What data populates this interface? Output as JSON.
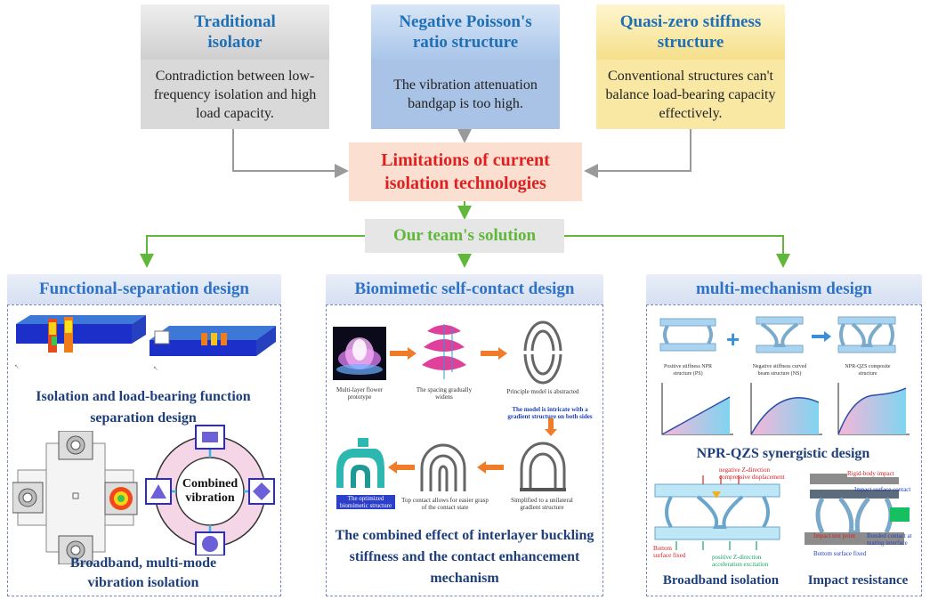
{
  "top": {
    "traditional": {
      "title": "Traditional isolator",
      "body": "Contradiction between low-frequency isolation and high load capacity."
    },
    "npr": {
      "title": "Negative Poisson's ratio structure",
      "body": "The vibration attenuation bandgap is too high."
    },
    "qzs": {
      "title": "Quasi-zero stiffness structure",
      "body": "Conventional structures can't balance load-bearing capacity effectively."
    }
  },
  "limitations": "Limitations of current isolation technologies",
  "solution": "Our team's solution",
  "panels": {
    "left": {
      "title": "Functional-separation design",
      "caption1": "Isolation and load-bearing function separation design",
      "combined": "Combined vibration",
      "caption2": "Broadband, multi-mode vibration isolation"
    },
    "middle": {
      "title": "Biomimetic self-contact design",
      "labels": {
        "flower": "Multi-layer flower prototype",
        "spacing": "The spacing gradually widens",
        "principle": "Principle model is abstracted",
        "gradient": "The model is intricate with a gradient structure on both sides",
        "unilateral": "Simplified to a unilateral gradient structure",
        "topcontact": "Top contact allows for easier grasp of the contact state",
        "optimized": "The optimized biomimetic structure"
      },
      "caption": "The combined effect of interlayer buckling stiffness and the contact enhancement mechanism"
    },
    "right": {
      "title": "multi-mechanism design",
      "plus": "+",
      "struct1": "Positive stiffness NPR structure (PS)",
      "struct2": "Negative stiffness curved beam structure (NS)",
      "struct3": "NPR-QZS composite structure",
      "caption": "NPR-QZS synergistic design",
      "labels": {
        "neg": "negative Z-direction compressive displacement",
        "bottom": "Bottom surface fixed",
        "pos": "positive Z-direction acceleration excitation",
        "rigid": "Rigid-body impact",
        "impactsurf": "Impact surface contact",
        "impactpoint": "Impact test point",
        "bottomfixed": "Bottom surface fixed",
        "bonded": "Bonded contact at mating interface"
      },
      "broadband": "Broadband isolation",
      "impact": "Impact resistance"
    }
  },
  "colors": {
    "arrow_gray": "#9a9a9a",
    "arrow_green": "#5fb83a",
    "red": "#e02020",
    "title_blue": "#2e73c7",
    "navy": "#1f3f7a"
  }
}
